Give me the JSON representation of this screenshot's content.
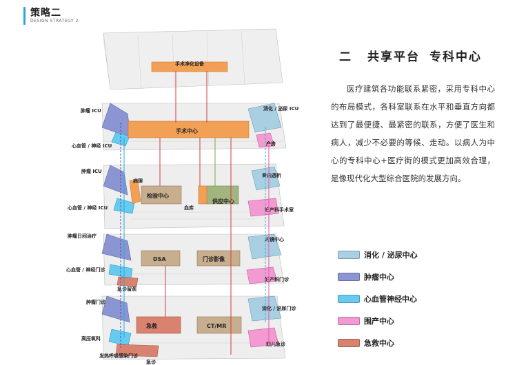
{
  "header": {
    "title": "策略二",
    "subtitle": "DESIGN STRATEGY 2"
  },
  "heading": {
    "number": "二",
    "part1": "共享平台",
    "part2": "专科中心"
  },
  "description": "医疗建筑各功能联系紧密，采用专科中心的布局模式，各科室联系在水平和垂直方向都达到了最便捷、最紧密的联系，方便了医生和病人，减少不必要的等候、走动。以病人为中心的专科中心+医疗街的模式更加高效合理，是像现代化大型综合医院的发展方向。",
  "colors": {
    "digestive": "#a9cfe2",
    "tumor": "#8a95d2",
    "cardio": "#66cbef",
    "perinatal": "#f29ad1",
    "emergency": "#d9826f",
    "shared": "#f3a057",
    "lab": "#c7ae8e",
    "supply": "#a2b57f",
    "floor": "#e4e4e4"
  },
  "legend": [
    {
      "label": "消化 / 泌尿中心",
      "color": "#a9cfe2"
    },
    {
      "label": "肿瘤中心",
      "color": "#8a95d2"
    },
    {
      "label": "心血管神经中心",
      "color": "#66cbef"
    },
    {
      "label": "围产中心",
      "color": "#f29ad1"
    },
    {
      "label": "急救中心",
      "color": "#d9826f"
    }
  ],
  "diagram": {
    "floor6": {
      "center": "手术净化设备"
    },
    "floor5": {
      "center": "手术中心",
      "left1": "肿瘤 ICU",
      "left2": "心血管 / 神经 ICU",
      "right1": "消化 / 泌尿 ICU",
      "right2": "产房"
    },
    "floor4": {
      "center1": "检验中心",
      "center2": "供应中心",
      "left1": "肿瘤 ICU",
      "left_inner": "病理",
      "left2": "心血管 / 神经 ICU",
      "right1": "肾内透析",
      "right2": "妇产科手术室",
      "bottom": "血库"
    },
    "floor3": {
      "center1": "DSA",
      "center2": "门诊影像",
      "left1": "肿瘤日间治疗",
      "left2": "心血管 / 神经门诊",
      "left3": "急诊留观",
      "right1": "内镜中心",
      "right2": "妇产科门诊"
    },
    "floor2": {
      "center1": "急救",
      "center2": "CT/MR",
      "left1": "肿瘤门诊",
      "left2": "高压氧科",
      "left3": "发热呼吸感染门诊",
      "bottom": "急诊",
      "right1": "消化 / 泌尿门诊",
      "right2": "妇儿急诊"
    }
  }
}
